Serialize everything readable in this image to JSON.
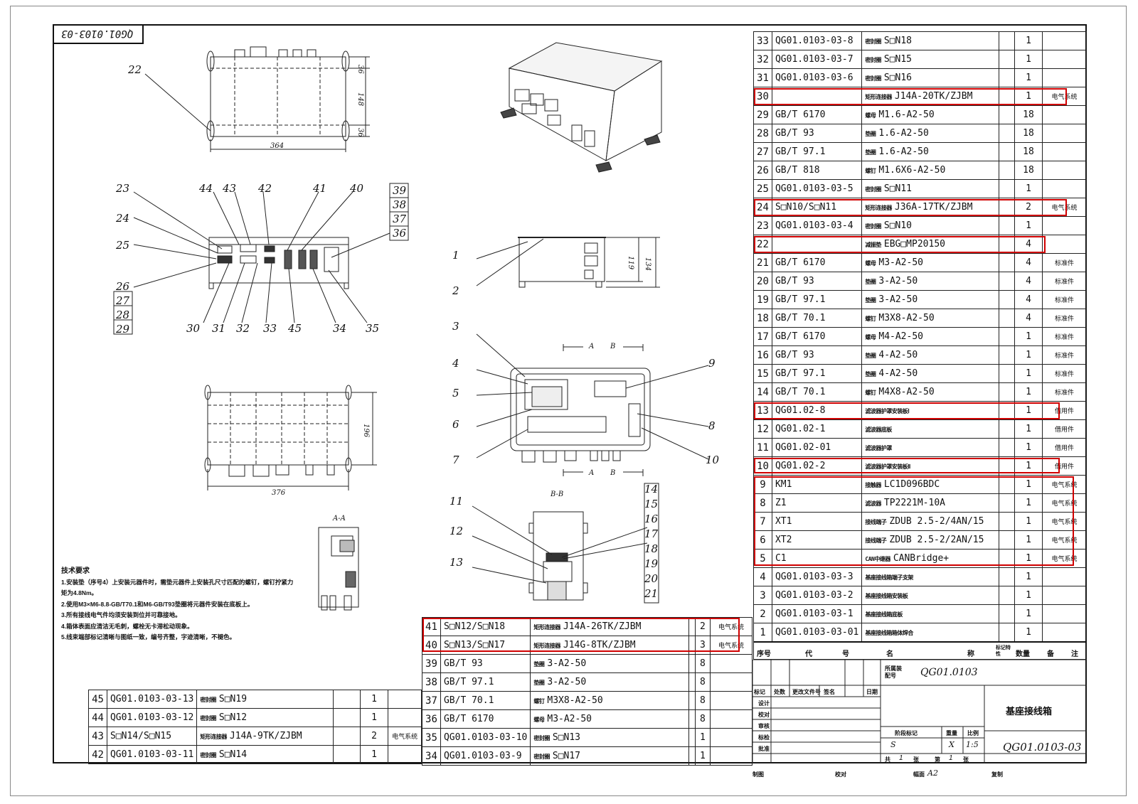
{
  "drawing_number": "QG01.0103-03",
  "assembly_number": "QG01.0103",
  "part_name": "基座接线箱",
  "scale": "1:5",
  "sheet_total": "1",
  "sheet_no": "1",
  "paper_size": "A2",
  "stage_mark_s": "S",
  "stage_mark_x": "X",
  "title_block_labels": {
    "belongs": "所属装配号",
    "mark": "标记",
    "count": "处数",
    "doc": "更改文件号",
    "sign": "签名",
    "date": "日期",
    "design": "设计",
    "check": "校对",
    "review": "审核",
    "std": "标检",
    "approve": "批准",
    "stage": "阶段标记",
    "weight": "重量",
    "ratio": "比例",
    "total": "共",
    "sheets": "张",
    "no": "第",
    "sheet": "张",
    "draw": "制图",
    "verify": "校对",
    "format": "幅面",
    "copy": "复制"
  },
  "bom_header": {
    "seq": "序号",
    "code_a": "代",
    "code_b": "号",
    "name_a": "名",
    "name_b": "称",
    "mark": "标记特性",
    "qty": "数量",
    "remark_a": "备",
    "remark_b": "注"
  },
  "bom_right": [
    {
      "n": "33",
      "code": "QG01.0103-03-8",
      "cn": "密封圈",
      "name": "S□N18",
      "q": "1",
      "r": ""
    },
    {
      "n": "32",
      "code": "QG01.0103-03-7",
      "cn": "密封圈",
      "name": "S□N15",
      "q": "1",
      "r": ""
    },
    {
      "n": "31",
      "code": "QG01.0103-03-6",
      "cn": "密封圈",
      "name": "S□N16",
      "q": "1",
      "r": ""
    },
    {
      "n": "30",
      "code": "",
      "cn": "矩形连接器",
      "name": "J14A-20TK/ZJBM",
      "q": "1",
      "r": "电气系统"
    },
    {
      "n": "29",
      "code": "GB/T 6170",
      "cn": "螺母",
      "name": "M1.6-A2-50",
      "q": "18",
      "r": ""
    },
    {
      "n": "28",
      "code": "GB/T 93",
      "cn": "垫圈",
      "name": "1.6-A2-50",
      "q": "18",
      "r": ""
    },
    {
      "n": "27",
      "code": "GB/T 97.1",
      "cn": "垫圈",
      "name": "1.6-A2-50",
      "q": "18",
      "r": ""
    },
    {
      "n": "26",
      "code": "GB/T 818",
      "cn": "螺钉",
      "name": "M1.6X6-A2-50",
      "q": "18",
      "r": ""
    },
    {
      "n": "25",
      "code": "QG01.0103-03-5",
      "cn": "密封圈",
      "name": "S□N11",
      "q": "1",
      "r": ""
    },
    {
      "n": "24",
      "code": "S□N10/S□N11",
      "cn": "矩形连接器",
      "name": "J36A-17TK/ZJBM",
      "q": "2",
      "r": "电气系统"
    },
    {
      "n": "23",
      "code": "QG01.0103-03-4",
      "cn": "密封圈",
      "name": "S□N10",
      "q": "1",
      "r": ""
    },
    {
      "n": "22",
      "code": "",
      "cn": "减振垫",
      "name": "EBG□MP20150",
      "q": "4",
      "r": ""
    },
    {
      "n": "21",
      "code": "GB/T 6170",
      "cn": "螺母",
      "name": "M3-A2-50",
      "q": "4",
      "r": "标准件"
    },
    {
      "n": "20",
      "code": "GB/T 93",
      "cn": "垫圈",
      "name": "3-A2-50",
      "q": "4",
      "r": "标准件"
    },
    {
      "n": "19",
      "code": "GB/T 97.1",
      "cn": "垫圈",
      "name": "3-A2-50",
      "q": "4",
      "r": "标准件"
    },
    {
      "n": "18",
      "code": "GB/T 70.1",
      "cn": "螺钉",
      "name": "M3X8-A2-50",
      "q": "4",
      "r": "标准件"
    },
    {
      "n": "17",
      "code": "GB/T 6170",
      "cn": "螺母",
      "name": "M4-A2-50",
      "q": "1",
      "r": "标准件"
    },
    {
      "n": "16",
      "code": "GB/T 93",
      "cn": "垫圈",
      "name": "4-A2-50",
      "q": "1",
      "r": "标准件"
    },
    {
      "n": "15",
      "code": "GB/T 97.1",
      "cn": "垫圈",
      "name": "4-A2-50",
      "q": "1",
      "r": "标准件"
    },
    {
      "n": "14",
      "code": "GB/T 70.1",
      "cn": "螺钉",
      "name": "M4X8-A2-50",
      "q": "1",
      "r": "标准件"
    },
    {
      "n": "13",
      "code": "QG01.02-8",
      "cn": "滤波器护罩安装板Ⅰ",
      "name": "",
      "q": "1",
      "r": "借用件"
    },
    {
      "n": "12",
      "code": "QG01.02-1",
      "cn": "滤波器底板",
      "name": "",
      "q": "1",
      "r": "借用件"
    },
    {
      "n": "11",
      "code": "QG01.02-01",
      "cn": "滤波器护罩",
      "name": "",
      "q": "1",
      "r": "借用件"
    },
    {
      "n": "10",
      "code": "QG01.02-2",
      "cn": "滤波器护罩安装板Ⅱ",
      "name": "",
      "q": "1",
      "r": "借用件"
    },
    {
      "n": "9",
      "code": "KM1",
      "cn": "接触器",
      "name": "LC1D096BDC",
      "q": "1",
      "r": "电气系统"
    },
    {
      "n": "8",
      "code": "Z1",
      "cn": "滤波器",
      "name": "TP2221M-10A",
      "q": "1",
      "r": "电气系统"
    },
    {
      "n": "7",
      "code": "XT1",
      "cn": "接线端子",
      "name": "ZDUB 2.5-2/4AN/15",
      "q": "1",
      "r": "电气系统"
    },
    {
      "n": "6",
      "code": "XT2",
      "cn": "接线端子",
      "name": "ZDUB 2.5-2/2AN/15",
      "q": "1",
      "r": "电气系统"
    },
    {
      "n": "5",
      "code": "C1",
      "cn": "CAN中继器",
      "name": "CANBridge+",
      "q": "1",
      "r": "电气系统"
    },
    {
      "n": "4",
      "code": "QG01.0103-03-3",
      "cn": "基座接线箱端子支架",
      "name": "",
      "q": "1",
      "r": ""
    },
    {
      "n": "3",
      "code": "QG01.0103-03-2",
      "cn": "基座接线箱安装板",
      "name": "",
      "q": "1",
      "r": ""
    },
    {
      "n": "2",
      "code": "QG01.0103-03-1",
      "cn": "基座接线箱底板",
      "name": "",
      "q": "1",
      "r": ""
    },
    {
      "n": "1",
      "code": "QG01.0103-03-01",
      "cn": "基座接线箱箱体焊合",
      "name": "",
      "q": "1",
      "r": ""
    }
  ],
  "bom_middle": [
    {
      "n": "41",
      "code": "S□N12/S□N18",
      "cn": "矩形连接器",
      "name": "J14A-26TK/ZJBM",
      "q": "2",
      "r": "电气系统"
    },
    {
      "n": "40",
      "code": "S□N13/S□N17",
      "cn": "矩形连接器",
      "name": "J14G-8TK/ZJBM",
      "q": "3",
      "r": "电气系统"
    },
    {
      "n": "39",
      "code": "GB/T 93",
      "cn": "垫圈",
      "name": "3-A2-50",
      "q": "8",
      "r": ""
    },
    {
      "n": "38",
      "code": "GB/T 97.1",
      "cn": "垫圈",
      "name": "3-A2-50",
      "q": "8",
      "r": ""
    },
    {
      "n": "37",
      "code": "GB/T 70.1",
      "cn": "螺钉",
      "name": "M3X8-A2-50",
      "q": "8",
      "r": ""
    },
    {
      "n": "36",
      "code": "GB/T 6170",
      "cn": "螺母",
      "name": "M3-A2-50",
      "q": "8",
      "r": ""
    },
    {
      "n": "35",
      "code": "QG01.0103-03-10",
      "cn": "密封圈",
      "name": "S□N13",
      "q": "1",
      "r": ""
    },
    {
      "n": "34",
      "code": "QG01.0103-03-9",
      "cn": "密封圈",
      "name": "S□N17",
      "q": "1",
      "r": ""
    }
  ],
  "bom_left": [
    {
      "n": "45",
      "code": "QG01.0103-03-13",
      "cn": "密封圈",
      "name": "S□N19",
      "q": "1",
      "r": ""
    },
    {
      "n": "44",
      "code": "QG01.0103-03-12",
      "cn": "密封圈",
      "name": "S□N12",
      "q": "1",
      "r": ""
    },
    {
      "n": "43",
      "code": "S□N14/S□N15",
      "cn": "矩形连接器",
      "name": "J14A-9TK/ZJBM",
      "q": "2",
      "r": "电气系统"
    },
    {
      "n": "42",
      "code": "QG01.0103-03-11",
      "cn": "密封圈",
      "name": "S□N14",
      "q": "1",
      "r": ""
    }
  ],
  "tech_requirements": {
    "title": "技术要求",
    "items": [
      "1.安装垫（序号4）上安装元器件时，需垫元器件上安装孔尺寸匹配的螺钉，螺钉拧紧力矩为4.8Nm。",
      "2.使用M3×M6-8.8-GB/T70.1和M6-GB/T93垫圈将元器件安装在底板上。",
      "3.所有接线电气件均须安装到位并可靠接地。",
      "4.箱体表面应清洁无毛刺，螺栓无卡滞松动现象。",
      "5.线束端部标记清晰与图纸一致，编号齐整，字迹清晰，不褪色。"
    ]
  },
  "views": {
    "top_dims": [
      "36",
      "148",
      "36",
      "364"
    ],
    "front_dims": [
      "119",
      "134"
    ],
    "plan_dims": [
      "196",
      "376"
    ],
    "section_aa": "A-A",
    "section_bb": "B-B",
    "section_marks": [
      "A",
      "B",
      "A",
      "B"
    ],
    "callouts_front": [
      "23",
      "24",
      "25",
      "26",
      "27",
      "28",
      "29",
      "44",
      "43",
      "42",
      "41",
      "40",
      "39",
      "38",
      "37",
      "36",
      "30",
      "31",
      "32",
      "33",
      "45",
      "34",
      "35",
      "22"
    ],
    "callouts_side": [
      "1",
      "2",
      "3",
      "4",
      "5",
      "6",
      "7",
      "8",
      "9",
      "10",
      "11",
      "12",
      "13",
      "14",
      "15",
      "16",
      "17",
      "18",
      "19",
      "20",
      "21"
    ]
  }
}
